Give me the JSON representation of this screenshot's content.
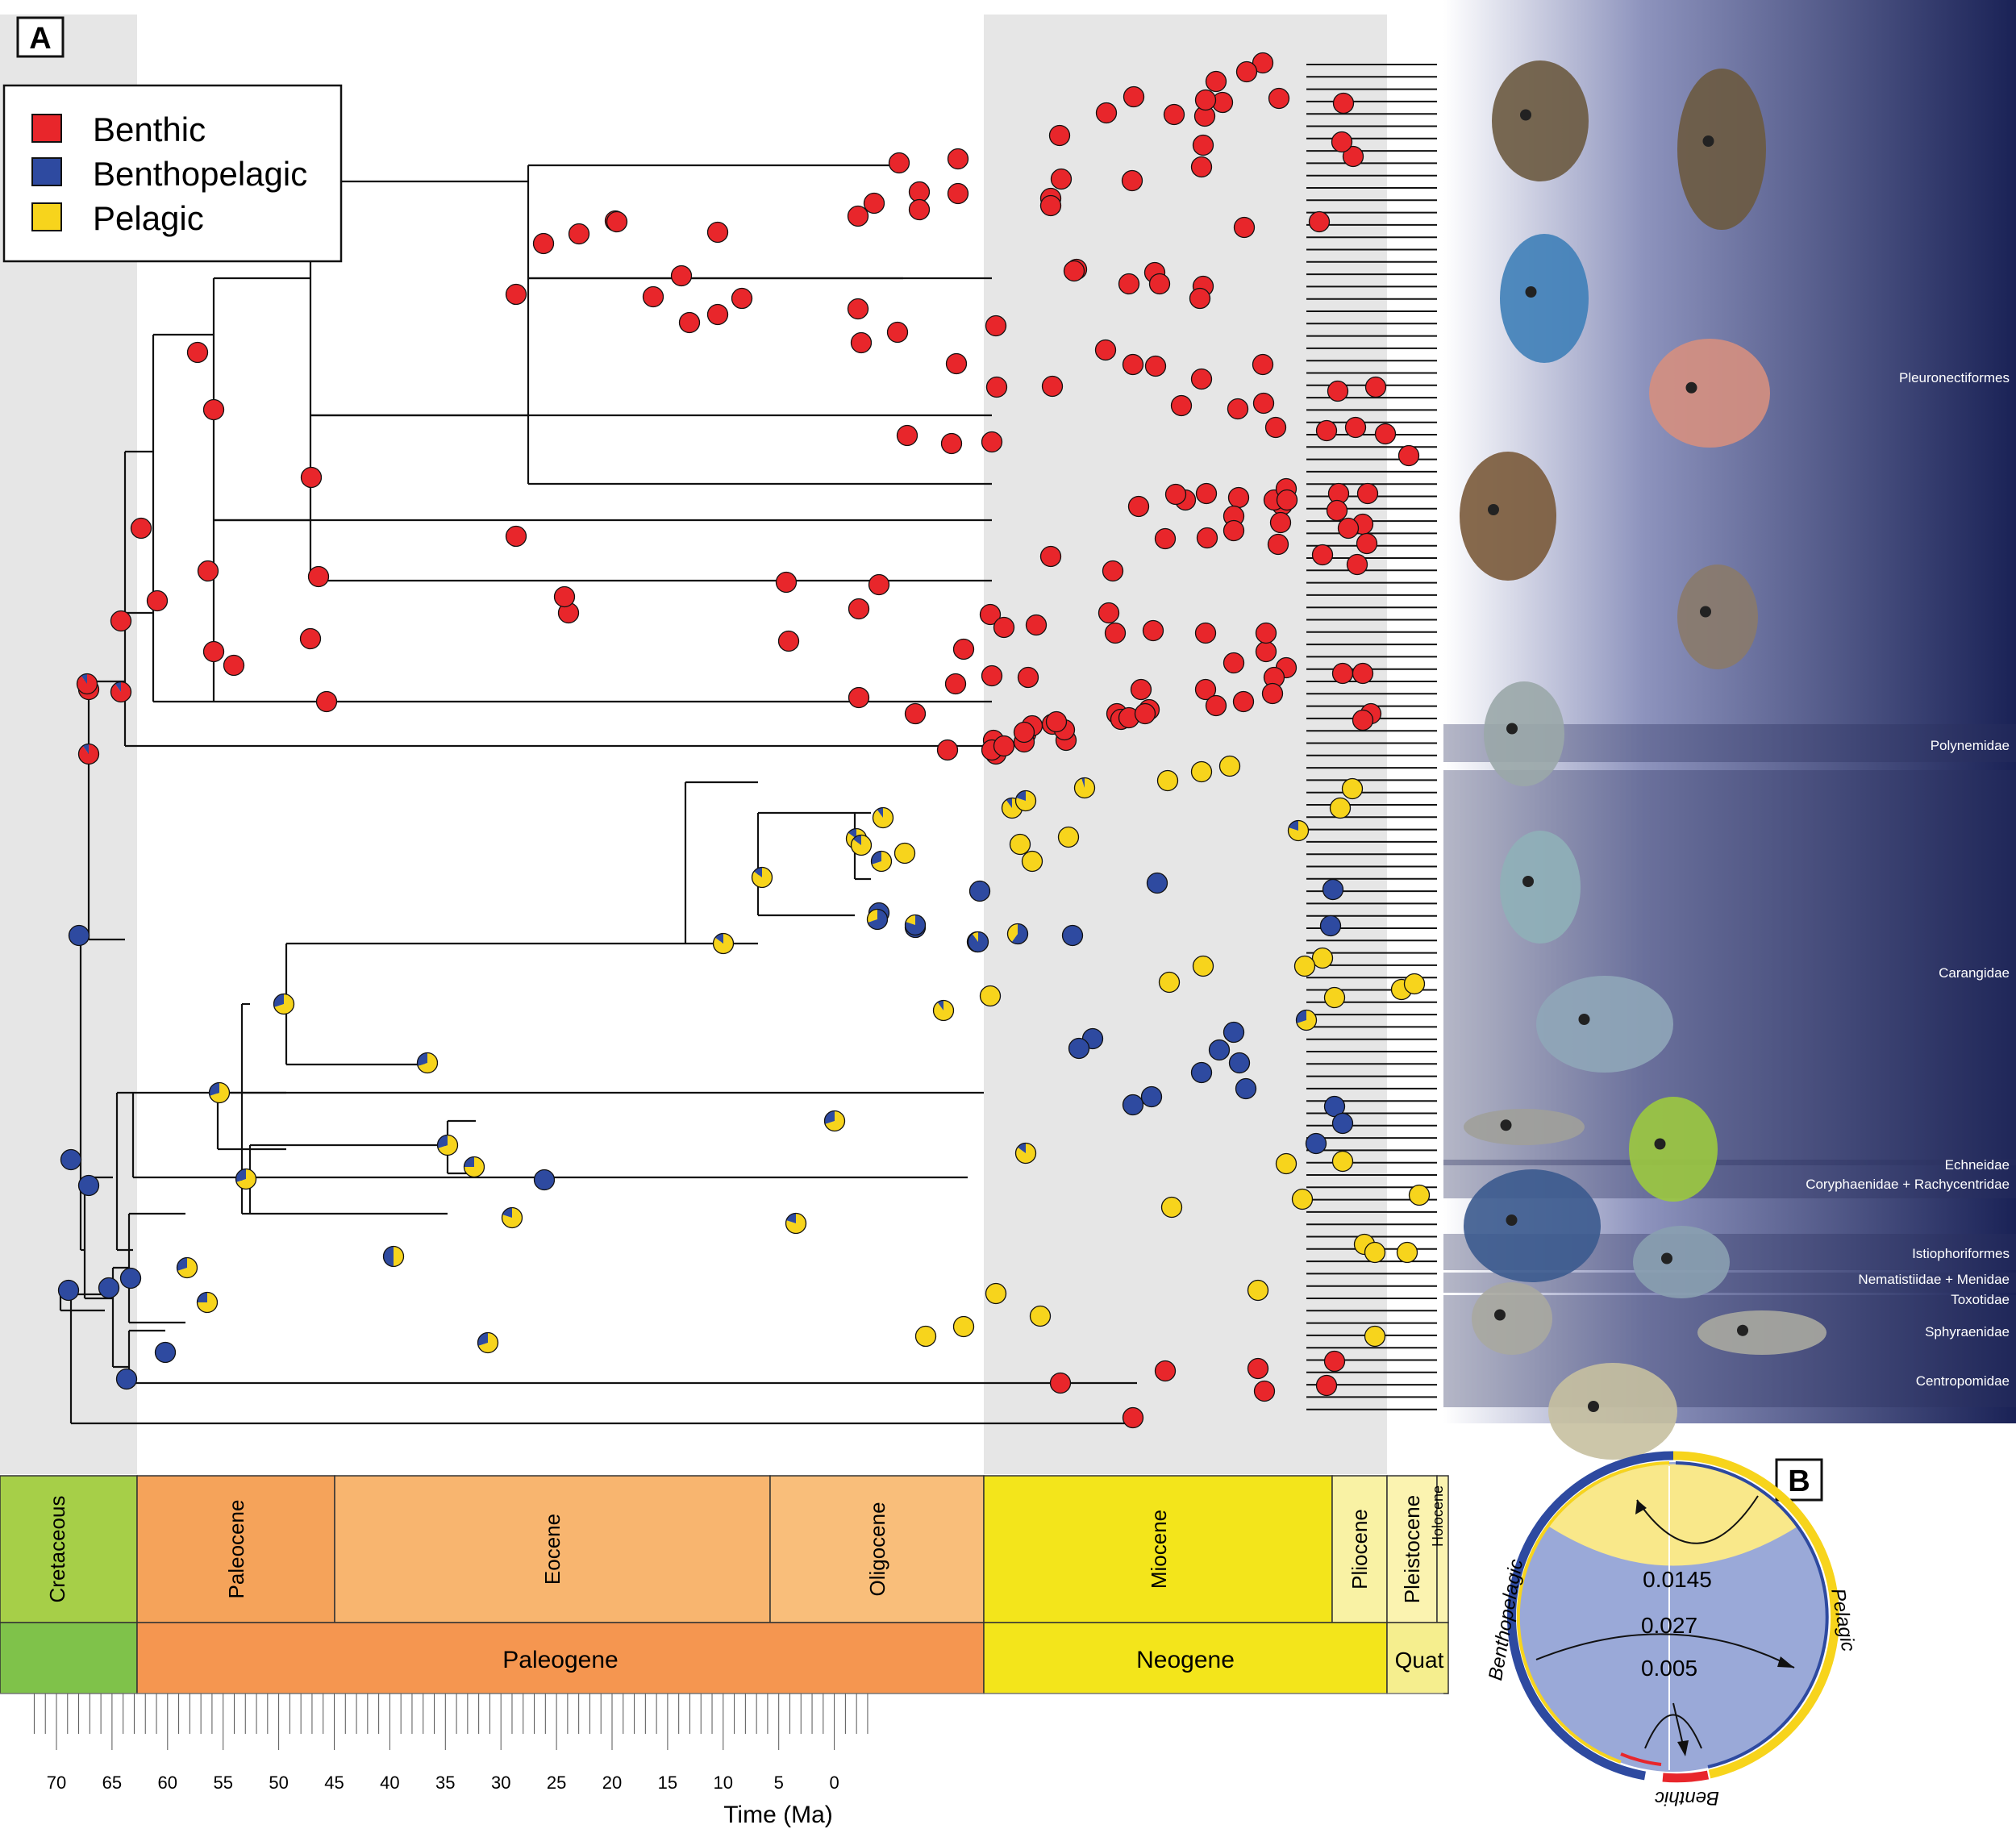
{
  "panel_a_label": "A",
  "panel_b_label": "B",
  "legend": [
    {
      "label": "Benthic",
      "color": "#e8262b"
    },
    {
      "label": "Benthopelagic",
      "color": "#2e4aa0"
    },
    {
      "label": "Pelagic",
      "color": "#f7d41c"
    }
  ],
  "clades": [
    {
      "name": "Pleuronectiformes"
    },
    {
      "name": "Polynemidae"
    },
    {
      "name": "Carangidae"
    },
    {
      "name": "Echneidae"
    },
    {
      "name": "Coryphaenidae + Rachycentridae"
    },
    {
      "name": "Istiophoriformes"
    },
    {
      "name": "Nematistiidae + Menidae"
    },
    {
      "name": "Toxotidae"
    },
    {
      "name": "Sphyraenidae"
    },
    {
      "name": "Centropomidae"
    }
  ],
  "timescale": {
    "epochs": [
      {
        "name": "Cretaceous",
        "color": "#a6cf48"
      },
      {
        "name": "Paleocene",
        "color": "#f5a35a"
      },
      {
        "name": "Eocene",
        "color": "#f8b56f"
      },
      {
        "name": "Oligocene",
        "color": "#f9be7a"
      },
      {
        "name": "Miocene",
        "color": "#f3e51b"
      },
      {
        "name": "Pliocene",
        "color": "#f9f2a4"
      },
      {
        "name": "Pleistocene",
        "color": "#fbf3b0"
      },
      {
        "name": "Holocene",
        "color": "#fbf3b0"
      }
    ],
    "periods": [
      {
        "name": "",
        "color": "#7fc24a"
      },
      {
        "name": "Paleogene",
        "color": "#f59650"
      },
      {
        "name": "Neogene",
        "color": "#f3e51b"
      },
      {
        "name": "Quat",
        "color": "#f5ee8e"
      }
    ],
    "ticks": [
      "70",
      "65",
      "60",
      "55",
      "50",
      "45",
      "40",
      "35",
      "30",
      "25",
      "20",
      "15",
      "10",
      "5",
      "0"
    ],
    "axis_label": "Time (Ma)"
  },
  "transition_diagram": {
    "states": [
      "Benthopelagic",
      "Pelagic",
      "Benthic"
    ],
    "rates": [
      "0.0145",
      "0.027",
      "0.005"
    ],
    "colors": {
      "benthopelagic": "#2e4aa0",
      "pelagic": "#f7d41c",
      "benthic": "#e8262b",
      "blue_fill": "#9aa9d8",
      "yellow_fill": "#f9e88a"
    }
  }
}
